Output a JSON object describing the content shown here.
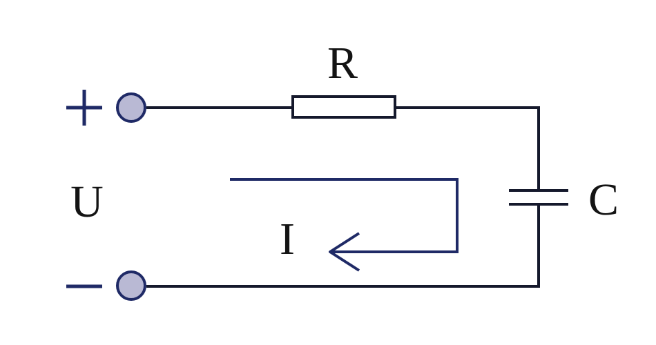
{
  "labels": {
    "resistor": "R",
    "capacitor": "C",
    "voltage": "U",
    "current": "I"
  },
  "colors": {
    "wire": "#15192c",
    "terminal_fill": "#b9b9d4",
    "terminal_stroke": "#1f2a66",
    "sign": "#1f2a66",
    "arrow": "#1f2a66",
    "text": "#141414",
    "background": "#ffffff"
  }
}
